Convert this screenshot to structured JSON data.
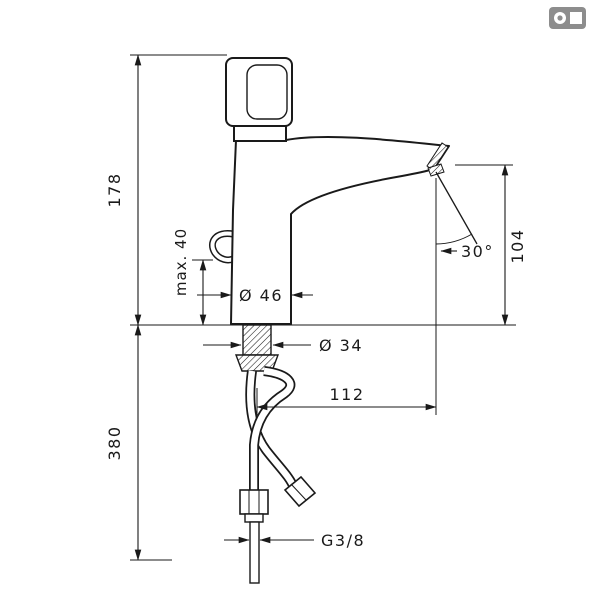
{
  "drawing": {
    "dims": {
      "height_above_deck": "178",
      "max_deck_thickness": "max. 40",
      "length_below_deck": "380",
      "base_diameter": "Ø 46",
      "shank_diameter": "Ø 34",
      "spout_reach": "112",
      "spout_height": "104",
      "stream_angle": "30°",
      "connection_thread": "G3/8"
    },
    "colors": {
      "ink": "#1a1a1a",
      "logo_gray": "#8d8d8d"
    }
  }
}
